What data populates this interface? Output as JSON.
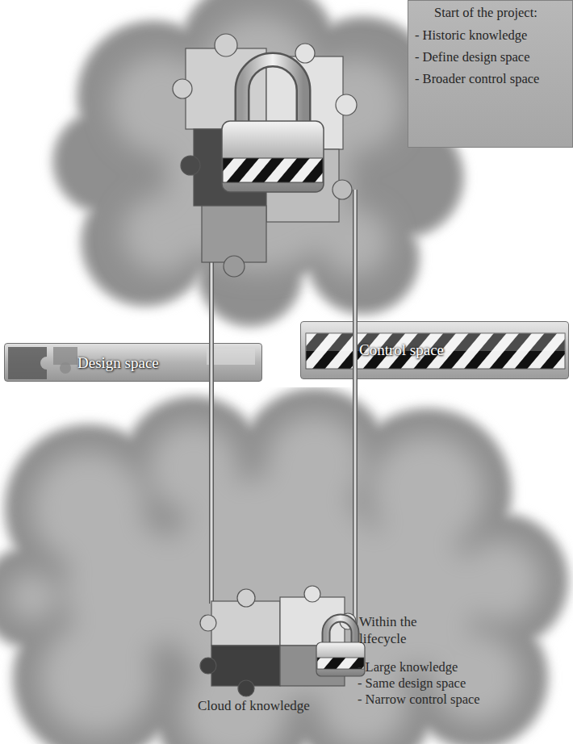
{
  "diagram": {
    "nodes": [
      {
        "text": [
          "Start of the project:",
          "- Historic knowledge",
          "- Define design space",
          "- Broader control space"
        ]
      },
      {
        "text": [
          "Design space"
        ]
      },
      {
        "text": [
          "Control space"
        ]
      },
      {
        "text": [
          "Within the lifecycle",
          "- Large knowledge",
          "- Same design space",
          "- Narrow control space",
          "Cloud of knowledge"
        ]
      }
    ]
  }
}
